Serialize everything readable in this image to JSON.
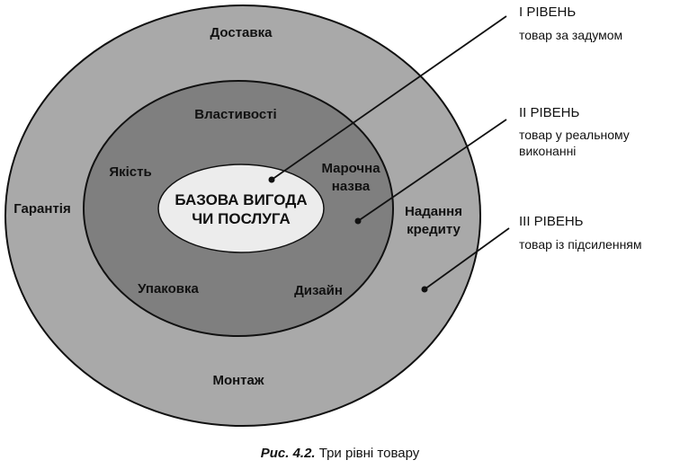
{
  "colors": {
    "outer_ring": "#a9a9a9",
    "middle_ring": "#7f7f7f",
    "core": "#ececec",
    "stroke": "#111111"
  },
  "outer_ring": {
    "labels": [
      "Доставка",
      "Гарантія",
      "Надання",
      "кредиту",
      "Монтаж"
    ]
  },
  "middle_ring": {
    "labels": [
      "Властивості",
      "Якість",
      "Марочна",
      "назва",
      "Упаковка",
      "Дизайн"
    ]
  },
  "core": {
    "line1": "БАЗОВА ВИГОДА",
    "line2": "ЧИ ПОСЛУГА"
  },
  "levels": [
    {
      "title": "І РІВЕНЬ",
      "desc": [
        "товар за задумом"
      ]
    },
    {
      "title": "ІІ РІВЕНЬ",
      "desc": [
        "товар у реальному",
        "виконанні"
      ]
    },
    {
      "title": "ІІІ РІВЕНЬ",
      "desc": [
        "товар із підсиленням"
      ]
    }
  ],
  "caption": {
    "figure": "Рис. 4.2.",
    "text": "Три рівні товару"
  }
}
